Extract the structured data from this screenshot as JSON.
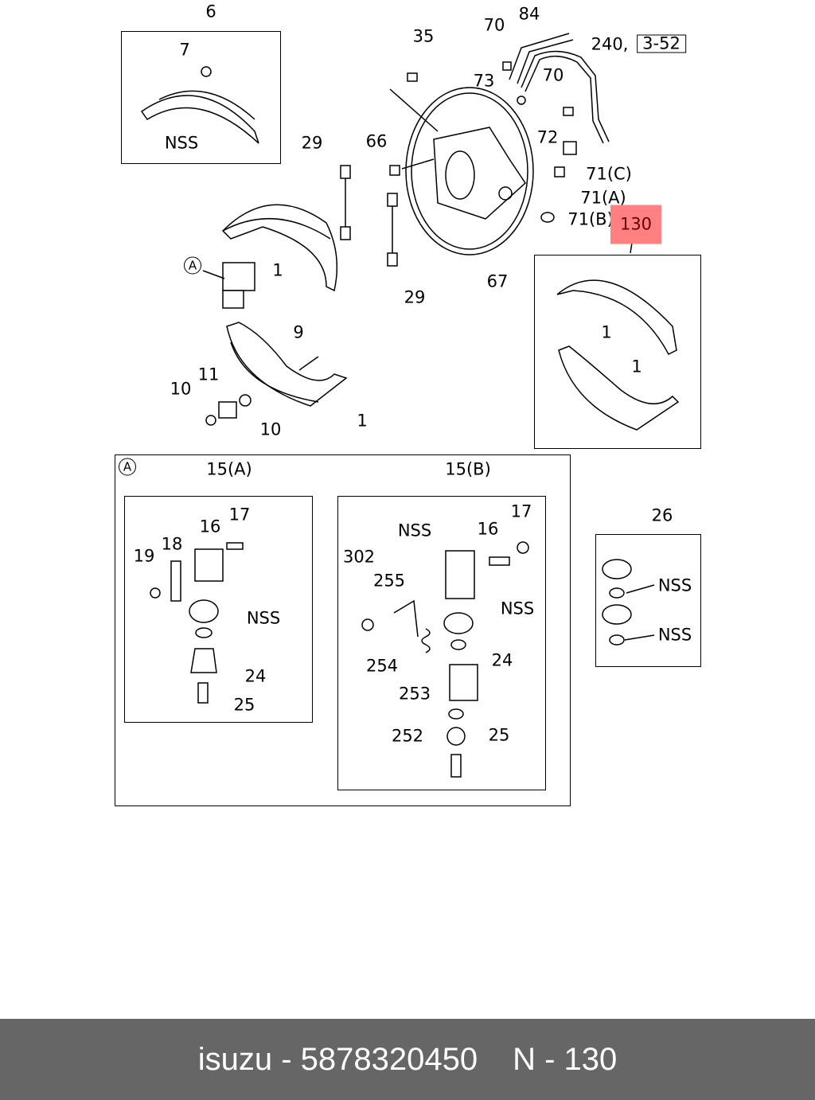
{
  "labels": [
    "6",
    "7",
    "NSS",
    "29",
    "66",
    "35",
    "70",
    "84",
    "240,",
    "3-52",
    "73",
    "70",
    "72",
    "71(C)",
    "71(A)",
    "71(B)",
    "130",
    "1",
    "A",
    "29",
    "67",
    "1",
    "1",
    "9",
    "11",
    "10",
    "10",
    "1",
    "A",
    "15(A)",
    "15(B)",
    "16",
    "17",
    "18",
    "19",
    "NSS",
    "24",
    "25",
    "NSS",
    "16",
    "17",
    "302",
    "255",
    "NSS",
    "254",
    "24",
    "253",
    "252",
    "25",
    "26",
    "NSS",
    "NSS"
  ],
  "highlight_color": "#ff8080",
  "footer": {
    "part": "isuzu - 5878320450",
    "ref": "N - 130"
  }
}
